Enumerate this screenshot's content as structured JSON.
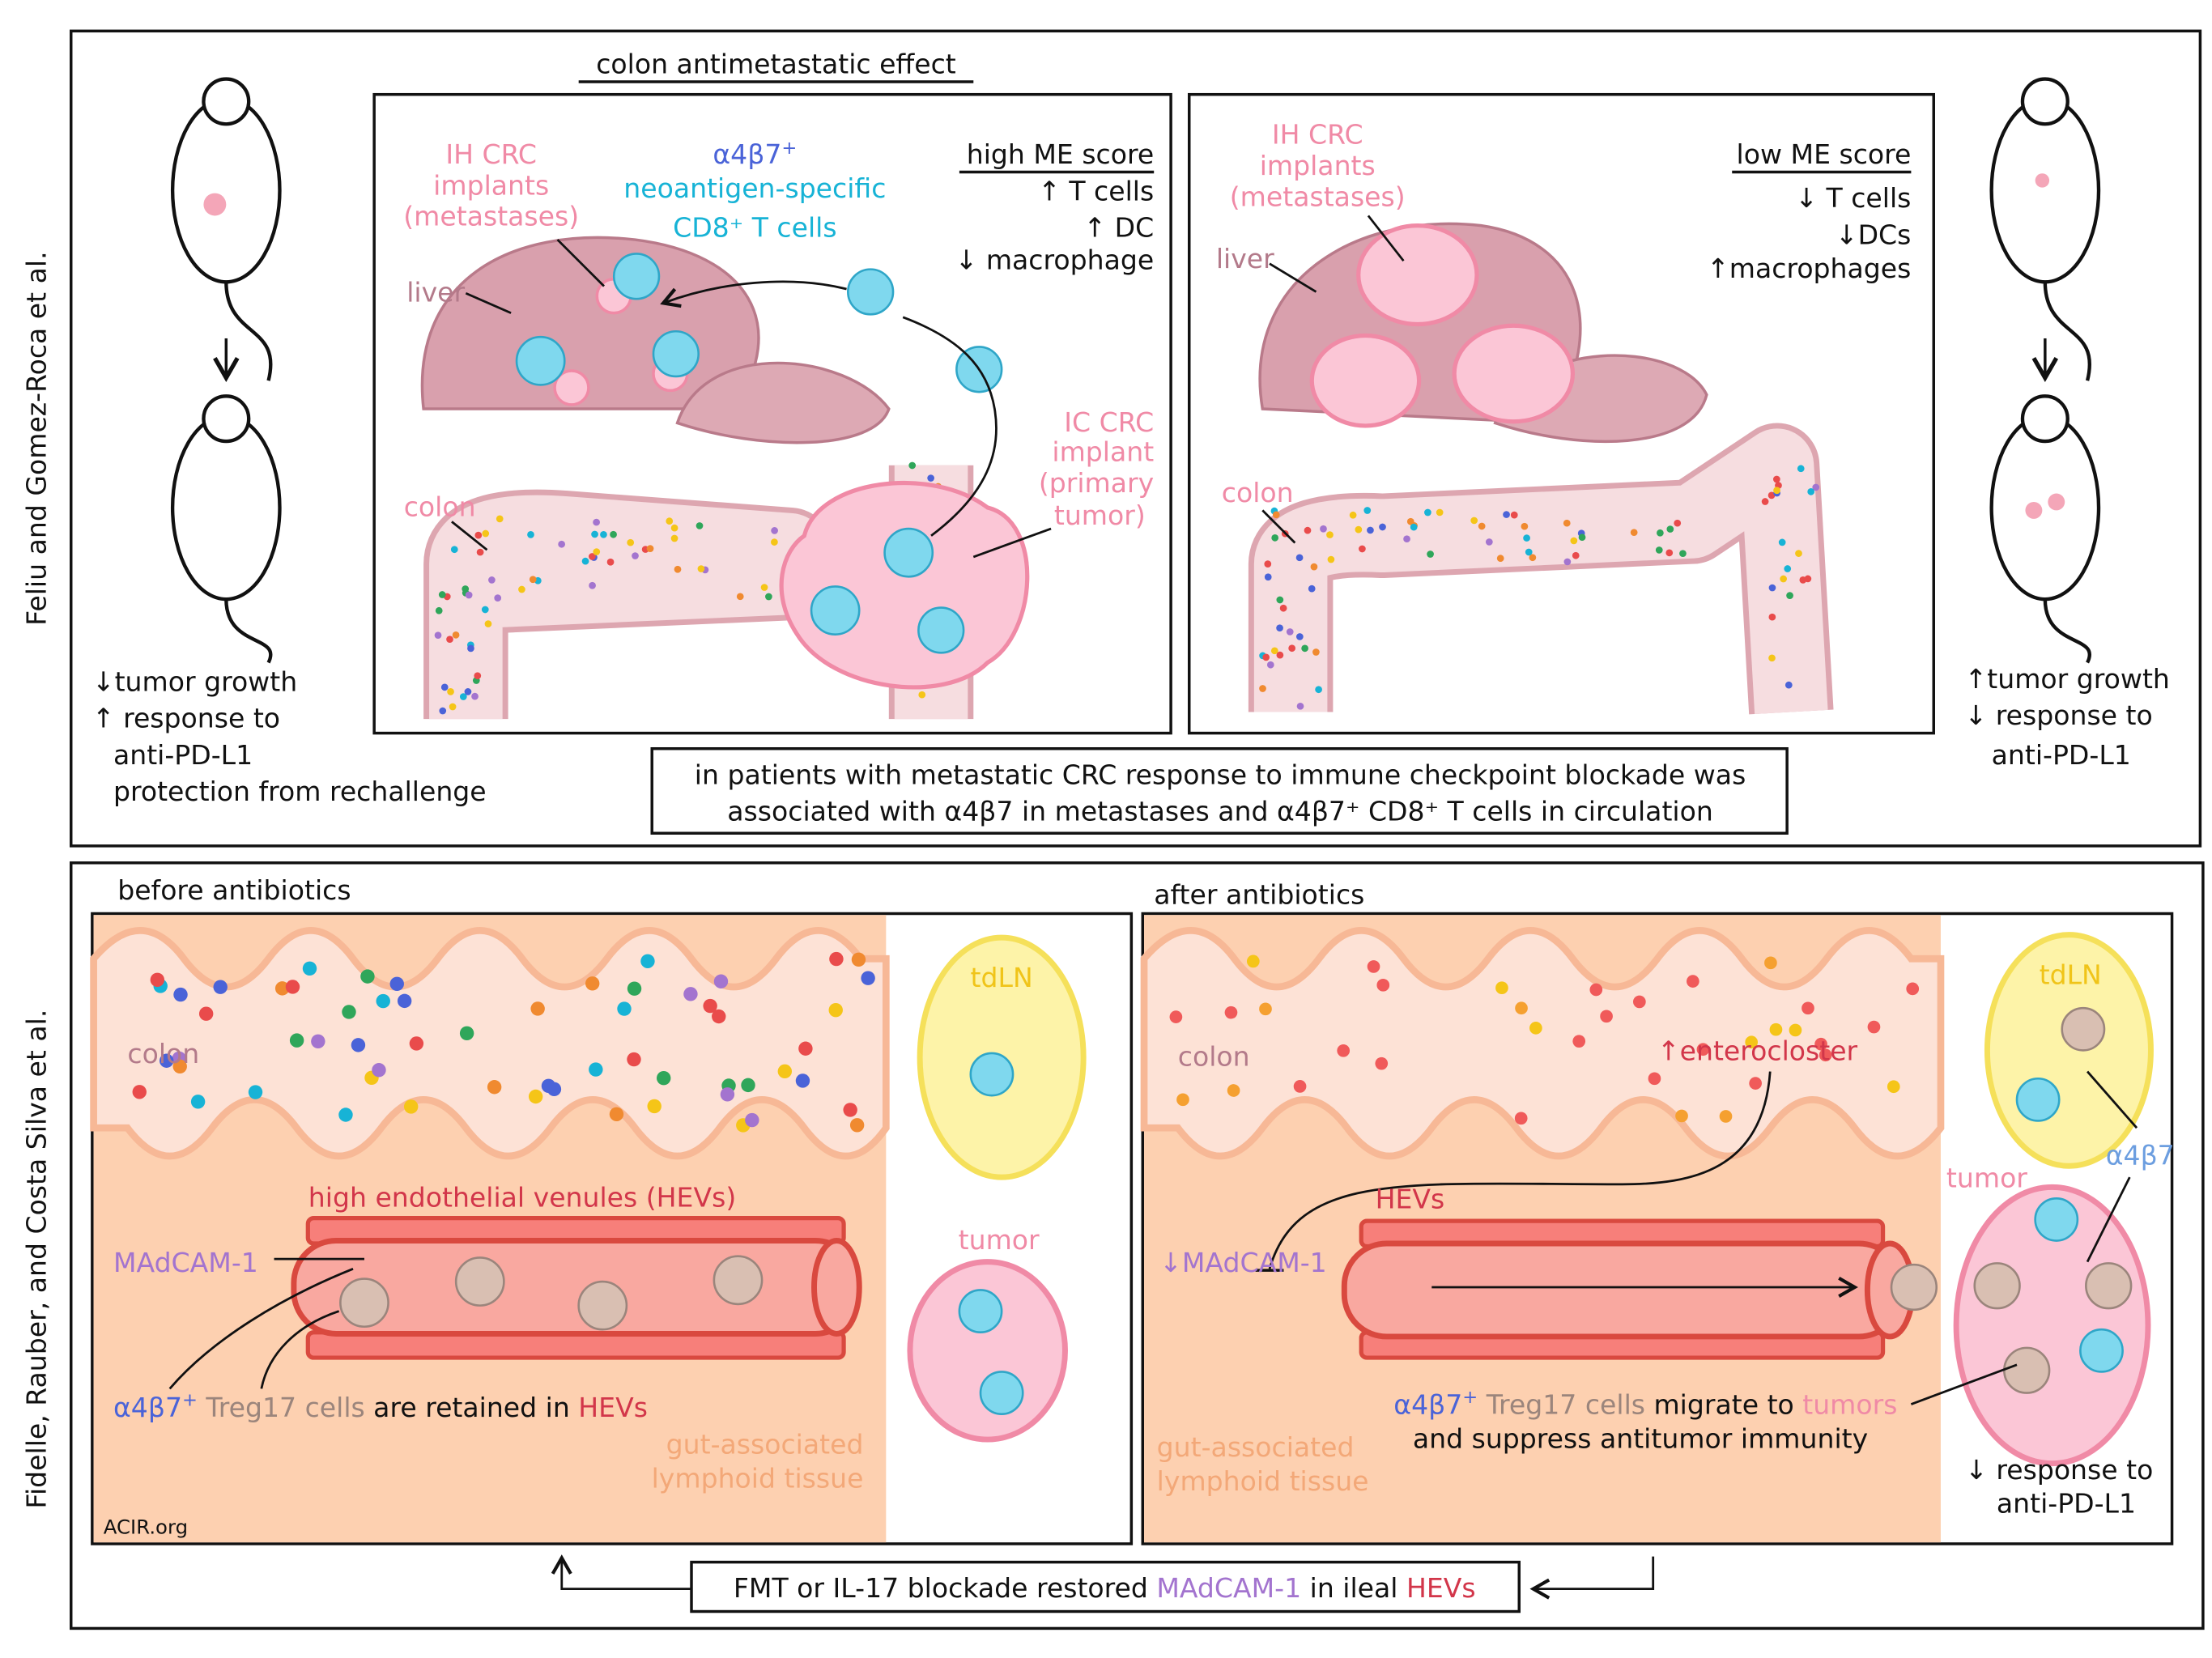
{
  "top": {
    "side_label": "Feliu and Gomez-Roca et al.",
    "title": "colon antimetastatic effect",
    "left_mouse_notes": [
      "↓tumor growth",
      "↑ response to",
      "anti-PD-L1",
      "protection from rechallenge"
    ],
    "right_mouse_notes": [
      "↑tumor growth",
      "↓ response to",
      "anti-PD-L1"
    ],
    "high_panel": {
      "implants": [
        "IH CRC",
        "implants",
        "(metastases)"
      ],
      "cells_a": "α4β7",
      "cells_plus": "+",
      "cells_line2": "neoantigen-specific",
      "cells_line3": "CD8⁺ T cells",
      "liver": "liver",
      "colon": "colon",
      "primary": [
        "IC CRC",
        "implant",
        "(primary",
        "tumor)"
      ],
      "score_title": "high ME score",
      "score_items": [
        "↑ T cells",
        "↑ DC",
        "↓ macrophage"
      ]
    },
    "low_panel": {
      "implants": [
        "IH CRC",
        "implants",
        "(metastases)"
      ],
      "liver": "liver",
      "colon": "colon",
      "score_title": "low ME score",
      "score_items": [
        "↓ T cells",
        "↓DCs",
        "↑macrophages"
      ]
    },
    "conclusion": {
      "line1": "in patients with metastatic CRC response to immune checkpoint blockade was",
      "line2": "associated with α4β7 in metastases and α4β7⁺ CD8⁺ T cells in circulation"
    }
  },
  "bottom": {
    "side_label": "Fidelle, Rauber, and Costa Silva et al.",
    "before": {
      "title": "before antibiotics",
      "colon": "colon",
      "hevs": "high endothelial venules (HEVs)",
      "madcam": "MAdCAM-1",
      "cells_a": "α4β7",
      "cells_plus": "+",
      "treg": "Treg17 cells",
      "retained": "are retained in",
      "retained_hevs": "HEVs",
      "galt": [
        "gut-associated",
        "lymphoid tissue"
      ],
      "tdln": "tdLN",
      "tumor": "tumor",
      "watermark": "ACIR.org"
    },
    "after": {
      "title": "after antibiotics",
      "colon": "colon",
      "enterocloster": "↑enterocloster",
      "hevs": "HEVs",
      "madcam": "↓MAdCAM-1",
      "tdln": "tdLN",
      "tumor": "tumor",
      "a4b7": "α4β7",
      "cells_a": "α4β7",
      "cells_plus": "+",
      "treg": "Treg17 cells",
      "migrate": "migrate to",
      "tumors": "tumors",
      "suppress": "and suppress antitumor immunity",
      "galt": [
        "gut-associated",
        "lymphoid tissue"
      ],
      "response": [
        "↓ response to",
        "anti-PD-L1"
      ]
    },
    "footer": {
      "part1": "FMT or IL-17 blockade restored",
      "madcam": "MAdCAM-1",
      "part2": "in ileal",
      "hevs": "HEVs"
    }
  },
  "colors": {
    "liver": "#d9a0ad",
    "colon": "#f6dde0",
    "tumor_pink": "#fbc6d6",
    "t_cell": "#7fd8ee",
    "treg": "#d9bfb2",
    "galt": "#fdd0b0",
    "tdln": "#fdf3a8",
    "hev": "#e05a4a"
  }
}
